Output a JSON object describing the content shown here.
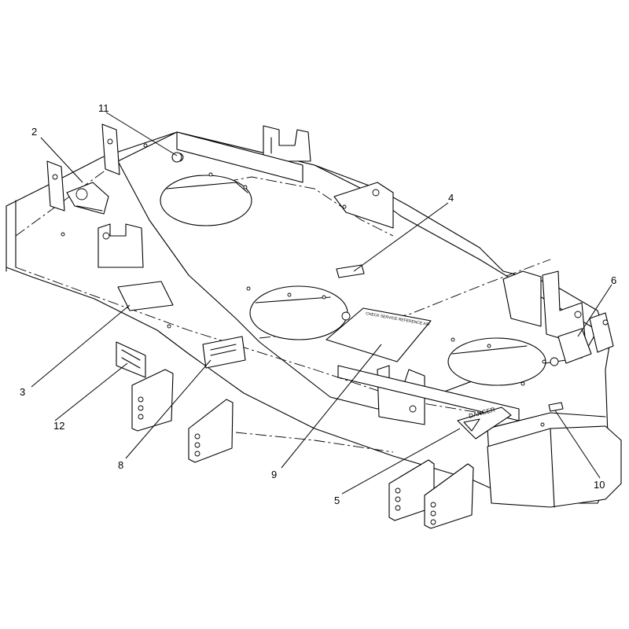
{
  "callouts": [
    {
      "id": "2",
      "label": "2"
    },
    {
      "id": "3",
      "label": "3"
    },
    {
      "id": "4",
      "label": "4"
    },
    {
      "id": "5",
      "label": "5"
    },
    {
      "id": "6",
      "label": "6"
    },
    {
      "id": "8",
      "label": "8"
    },
    {
      "id": "9",
      "label": "9"
    },
    {
      "id": "10",
      "label": "10"
    },
    {
      "id": "11",
      "label": "11"
    },
    {
      "id": "12",
      "label": "12"
    }
  ],
  "decals": {
    "danger": "DANGER",
    "service": "CHECK SERVICE REFERENCE AID"
  }
}
